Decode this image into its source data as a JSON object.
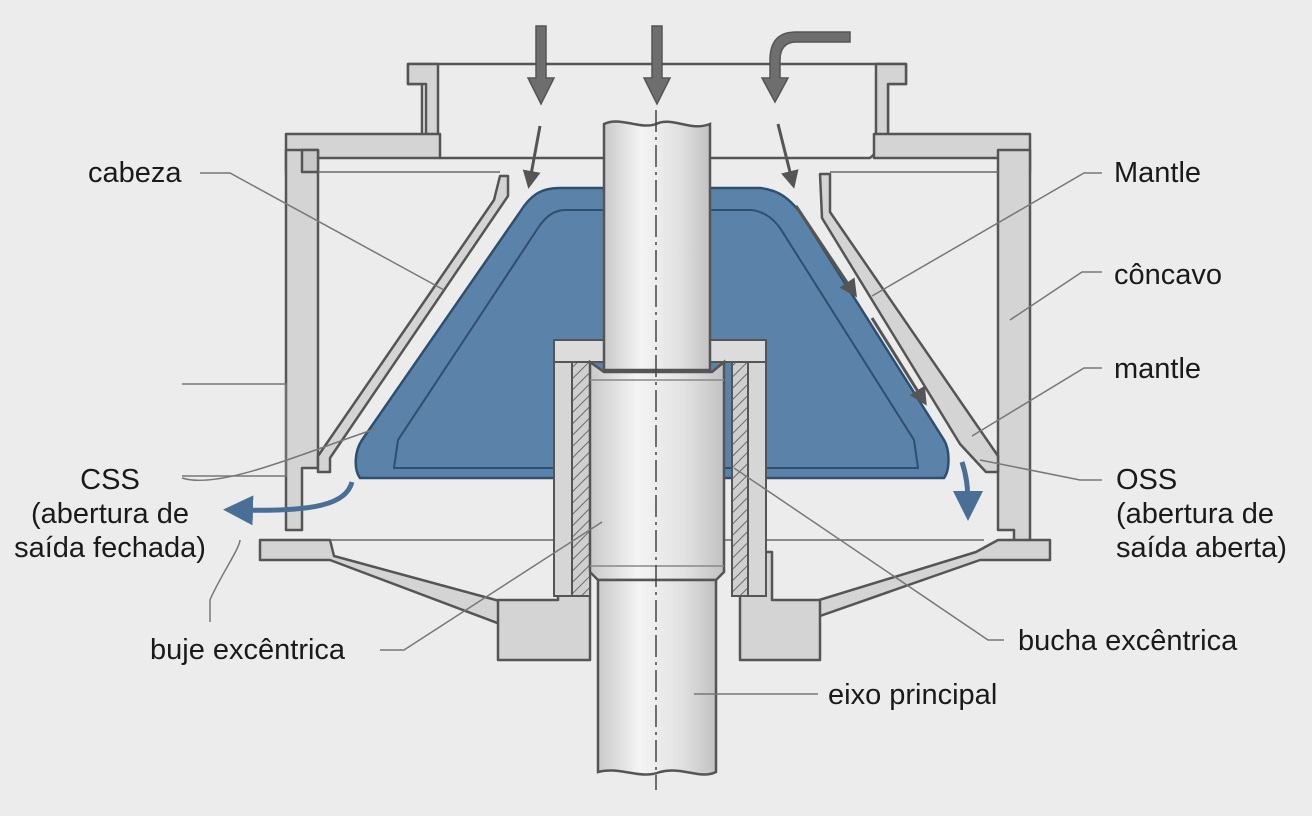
{
  "colors": {
    "background": "#ececec",
    "housing_fill": "#d4d4d4",
    "housing_stroke": "#555555",
    "mantle_blue": "#5b82a8",
    "flow_arrow_blue": "#4a6f96",
    "feed_arrow_gray": "#6e6e6e",
    "shaft_fill": "#e6e6e6",
    "leader_line": "#777777"
  },
  "icons": {
    "feed_arrows": "down-arrow-icon",
    "discharge_arrows": "curved-arrow-icon"
  },
  "labels": {
    "cabeza": "cabeza",
    "mantle_upper": "Mantle",
    "concavo": "côncavo",
    "mantle_lower": "mantle",
    "css_title": "CSS",
    "css_sub1": "(abertura de",
    "css_sub2": "saída fechada)",
    "oss_title": "OSS",
    "oss_sub1": "(abertura de",
    "oss_sub2": "saída aberta)",
    "buje": "buje excêntrica",
    "bucha": "bucha excêntrica",
    "eixo": "eixo principal"
  }
}
